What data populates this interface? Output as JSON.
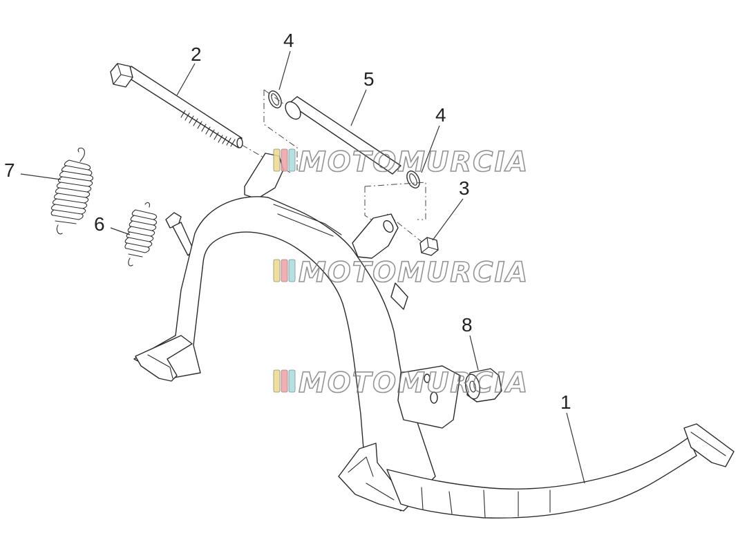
{
  "callouts": {
    "c1": "1",
    "c2": "2",
    "c3": "3",
    "c4a": "4",
    "c4b": "4",
    "c5": "5",
    "c6": "6",
    "c7": "7",
    "c8": "8"
  },
  "watermark": {
    "text": "MOTOMURCIA",
    "colors": [
      "#f0d98a",
      "#f2a2a2",
      "#a8dce0"
    ]
  },
  "colors": {
    "line": "#2a2a2a",
    "background": "#ffffff"
  }
}
